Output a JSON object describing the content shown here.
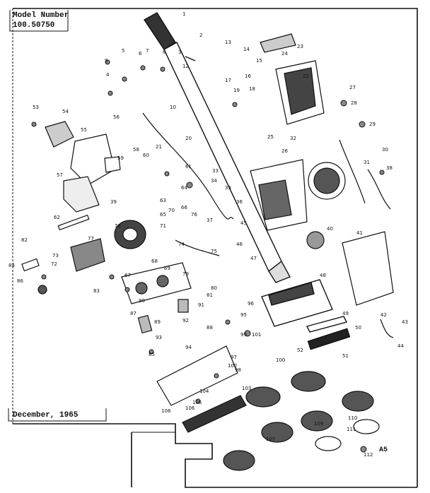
{
  "header": {
    "model_label": "Model Number",
    "model_number": "100.50750"
  },
  "footer": {
    "date": "December, 1965",
    "page_tag": "A5"
  },
  "callouts": [
    "1",
    "2",
    "3",
    "4",
    "5",
    "6",
    "7",
    "8",
    "9",
    "10",
    "12",
    "13",
    "14",
    "15",
    "16",
    "17",
    "18",
    "19",
    "20",
    "21",
    "22",
    "23",
    "24",
    "25",
    "26",
    "27",
    "28",
    "29",
    "30",
    "31",
    "32",
    "33",
    "34",
    "35",
    "36",
    "37",
    "38",
    "39",
    "40",
    "41",
    "42",
    "43",
    "44",
    "45",
    "46",
    "47",
    "48",
    "49",
    "50",
    "51",
    "52",
    "53",
    "54",
    "55",
    "56",
    "57",
    "58",
    "59",
    "60",
    "61",
    "62",
    "63",
    "64",
    "65",
    "66",
    "67",
    "68",
    "69",
    "70",
    "71",
    "72",
    "73",
    "74",
    "75",
    "76",
    "77",
    "78",
    "79",
    "80",
    "81",
    "82",
    "83",
    "84",
    "85",
    "86",
    "87",
    "88",
    "89",
    "90",
    "91",
    "92",
    "93",
    "94",
    "95",
    "96",
    "97",
    "98",
    "99",
    "100",
    "101",
    "102",
    "103",
    "104",
    "105",
    "106",
    "107",
    "108",
    "109",
    "110",
    "111",
    "112"
  ]
}
